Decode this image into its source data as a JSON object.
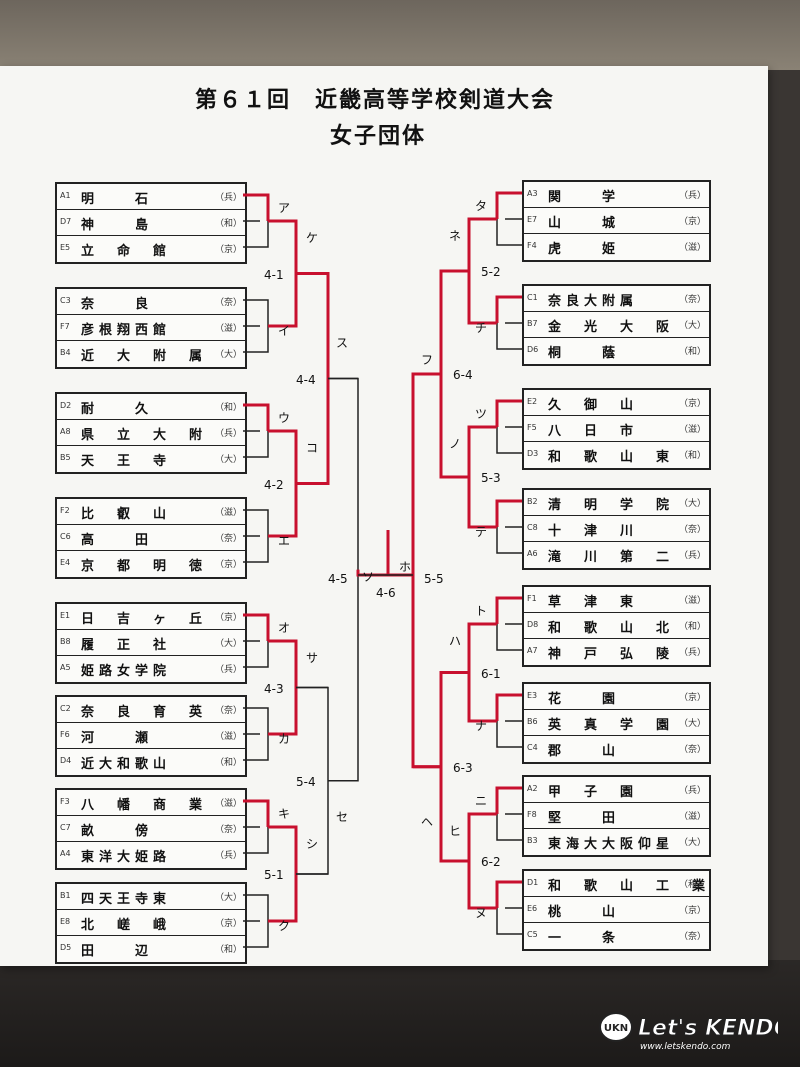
{
  "title": "第６１回　近畿高等学校剣道大会",
  "subtitle": "女子団体",
  "left_groups": [
    [
      {
        "seed": "A1",
        "name": "明　　石",
        "pref": "（兵）"
      },
      {
        "seed": "D7",
        "name": "神　　島",
        "pref": "（和）"
      },
      {
        "seed": "E5",
        "name": "立　命　館",
        "pref": "（京）"
      }
    ],
    [
      {
        "seed": "C3",
        "name": "奈　　良",
        "pref": "（奈）"
      },
      {
        "seed": "F7",
        "name": "彦根翔西館",
        "pref": "（滋）"
      },
      {
        "seed": "B4",
        "name": "近　大　附　属",
        "pref": "（大）"
      }
    ],
    [
      {
        "seed": "D2",
        "name": "耐　　久",
        "pref": "（和）"
      },
      {
        "seed": "A8",
        "name": "県　立　大　附",
        "pref": "（兵）"
      },
      {
        "seed": "B5",
        "name": "天　王　寺",
        "pref": "（大）"
      }
    ],
    [
      {
        "seed": "F2",
        "name": "比　叡　山",
        "pref": "（滋）"
      },
      {
        "seed": "C6",
        "name": "高　　田",
        "pref": "（奈）"
      },
      {
        "seed": "E4",
        "name": "京　都　明　徳",
        "pref": "（京）"
      }
    ],
    [
      {
        "seed": "E1",
        "name": "日　吉　ヶ　丘",
        "pref": "（京）"
      },
      {
        "seed": "B8",
        "name": "履　正　社",
        "pref": "（大）"
      },
      {
        "seed": "A5",
        "name": "姫路女学院",
        "pref": "（兵）"
      }
    ],
    [
      {
        "seed": "C2",
        "name": "奈　良　育　英",
        "pref": "（奈）"
      },
      {
        "seed": "F6",
        "name": "河　　瀬",
        "pref": "（滋）"
      },
      {
        "seed": "D4",
        "name": "近大和歌山",
        "pref": "（和）"
      }
    ],
    [
      {
        "seed": "F3",
        "name": "八　幡　商　業",
        "pref": "（滋）"
      },
      {
        "seed": "C7",
        "name": "畝　　傍",
        "pref": "（奈）"
      },
      {
        "seed": "A4",
        "name": "東洋大姫路",
        "pref": "（兵）"
      }
    ],
    [
      {
        "seed": "B1",
        "name": "四天王寺東",
        "pref": "（大）"
      },
      {
        "seed": "E8",
        "name": "北　嵯　峨",
        "pref": "（京）"
      },
      {
        "seed": "D5",
        "name": "田　　辺",
        "pref": "（和）"
      }
    ]
  ],
  "right_groups": [
    [
      {
        "seed": "A3",
        "name": "関　　学",
        "pref": "（兵）"
      },
      {
        "seed": "E7",
        "name": "山　　城",
        "pref": "（京）"
      },
      {
        "seed": "F4",
        "name": "虎　　姫",
        "pref": "（滋）"
      }
    ],
    [
      {
        "seed": "C1",
        "name": "奈良大附属",
        "pref": "（奈）"
      },
      {
        "seed": "B7",
        "name": "金　光　大　阪",
        "pref": "（大）"
      },
      {
        "seed": "D6",
        "name": "桐　　蔭",
        "pref": "（和）"
      }
    ],
    [
      {
        "seed": "E2",
        "name": "久　御　山",
        "pref": "（京）"
      },
      {
        "seed": "F5",
        "name": "八　日　市",
        "pref": "（滋）"
      },
      {
        "seed": "D3",
        "name": "和　歌　山　東",
        "pref": "（和）"
      }
    ],
    [
      {
        "seed": "B2",
        "name": "清　明　学　院",
        "pref": "（大）"
      },
      {
        "seed": "C8",
        "name": "十　津　川",
        "pref": "（奈）"
      },
      {
        "seed": "A6",
        "name": "滝　川　第　二",
        "pref": "（兵）"
      }
    ],
    [
      {
        "seed": "F1",
        "name": "草　津　東",
        "pref": "（滋）"
      },
      {
        "seed": "D8",
        "name": "和　歌　山　北",
        "pref": "（和）"
      },
      {
        "seed": "A7",
        "name": "神　戸　弘　陵",
        "pref": "（兵）"
      }
    ],
    [
      {
        "seed": "E3",
        "name": "花　　園",
        "pref": "（京）"
      },
      {
        "seed": "B6",
        "name": "英　真　学　園",
        "pref": "（大）"
      },
      {
        "seed": "C4",
        "name": "郡　　山",
        "pref": "（奈）"
      }
    ],
    [
      {
        "seed": "A2",
        "name": "甲　子　園",
        "pref": "（兵）"
      },
      {
        "seed": "F8",
        "name": "堅　　田",
        "pref": "（滋）"
      },
      {
        "seed": "B3",
        "name": "東海大大阪仰星",
        "pref": "（大）"
      }
    ],
    [
      {
        "seed": "D1",
        "name": "和　歌　山　工　業",
        "pref": "（和）"
      },
      {
        "seed": "E6",
        "name": "桃　　山",
        "pref": "（京）"
      },
      {
        "seed": "C5",
        "name": "一　　条",
        "pref": "（奈）"
      }
    ]
  ],
  "left_group_markers": [
    "ア",
    "イ",
    "ウ",
    "エ",
    "オ",
    "カ",
    "キ",
    "ク"
  ],
  "left_r2_markers": [
    "ケ",
    "コ",
    "サ",
    "シ"
  ],
  "left_r3_markers": [
    "ス",
    "セ"
  ],
  "left_final_marker": "ソ",
  "right_group_markers": [
    "タ",
    "チ",
    "ツ",
    "テ",
    "ト",
    "ナ",
    "ニ",
    "ヌ"
  ],
  "right_r2_markers": [
    "ネ",
    "ノ",
    "ハ",
    "ヒ"
  ],
  "right_r3_markers": [
    "フ",
    "ヘ"
  ],
  "right_final_marker": "ホ",
  "left_r2_labels": [
    "4-1",
    "4-2",
    "4-3",
    "5-1"
  ],
  "left_r3_labels": [
    "4-4",
    "5-4"
  ],
  "left_r4_label": "4-5",
  "right_r2_labels": [
    "5-2",
    "5-3",
    "6-1",
    "6-2"
  ],
  "right_r3_labels": [
    "6-4",
    "6-3"
  ],
  "right_r4_label": "5-5",
  "final_label": "4-6",
  "logo": {
    "brand": "Let's KENDO!",
    "url": "www.letskendo.com",
    "mark": "UKN"
  },
  "colors": {
    "win_line": "#c8102e",
    "line": "#222222",
    "paper": "#f6f6f3"
  }
}
